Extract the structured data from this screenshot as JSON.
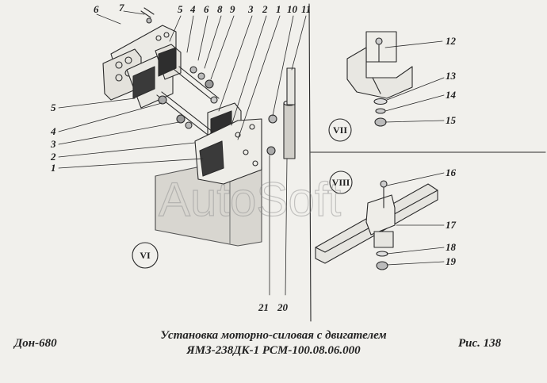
{
  "callouts": {
    "top": [
      "6",
      "7",
      "5",
      "4",
      "6",
      "8",
      "9",
      "3",
      "2",
      "1",
      "10",
      "11"
    ],
    "left": [
      "5",
      "4",
      "3",
      "2",
      "1"
    ],
    "right": [
      "12",
      "13",
      "14",
      "15",
      "16",
      "17",
      "18",
      "19"
    ],
    "bottom": [
      "21",
      "20"
    ]
  },
  "views": [
    "VI",
    "VII",
    "VIII"
  ],
  "watermark": "AutoSoft",
  "caption": {
    "left": "Дон-680",
    "title_line1": "Установка моторно-силовая с двигателем",
    "title_line2": "ЯМЗ-238ДК-1 РСМ-100.08.06.000",
    "right": "Рис.   138"
  }
}
